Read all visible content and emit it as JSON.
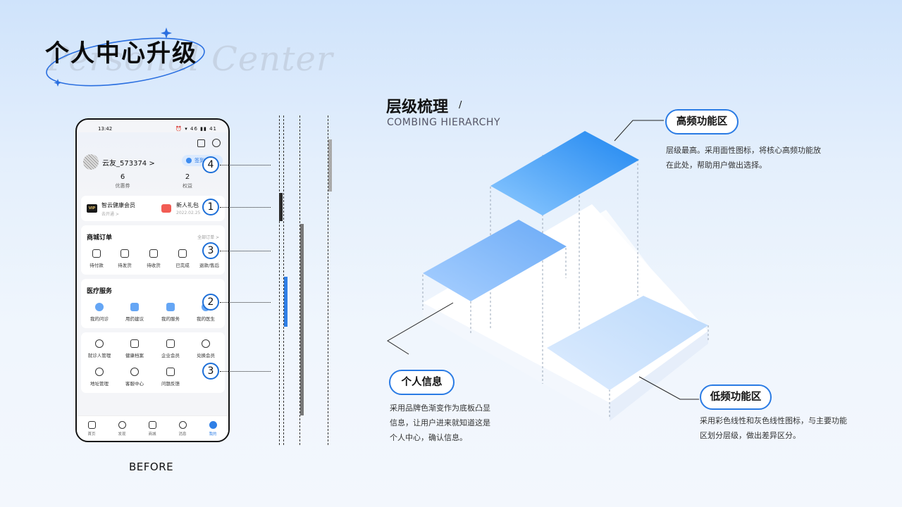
{
  "header": {
    "title": "个人中心升级",
    "bg_title": "Personal Center"
  },
  "phone": {
    "status": {
      "time": "13:42",
      "icons": "⏰ ▾ 46 ▮▮ 41"
    },
    "user": {
      "name": "云友_573374 >",
      "sign_label": "签到领"
    },
    "stats": [
      {
        "value": "6",
        "label": "优惠券"
      },
      {
        "value": "2",
        "label": "权益"
      }
    ],
    "membership": {
      "vip_badge": "VIP",
      "vip_title": "智云健康会员",
      "vip_sub": "去开通 >",
      "gift_title": "新人礼包",
      "gift_sub": "2022.02.25"
    },
    "orders": {
      "title": "商城订单",
      "more": "全部订单 >",
      "items": [
        "待付款",
        "待发货",
        "待收货",
        "已完成",
        "退款/售后"
      ]
    },
    "medical": {
      "title": "医疗服务",
      "items": [
        "我的问诊",
        "用药建议",
        "我的服务",
        "我的医生"
      ]
    },
    "tools": {
      "row1": [
        "就诊人管理",
        "健康档案",
        "企业会员",
        "兑换会员"
      ],
      "row2": [
        "地址管理",
        "客服中心",
        "问题反馈"
      ]
    },
    "tabbar": [
      "首页",
      "发现",
      "商城",
      "消息",
      "我的"
    ],
    "active_tab": "我的"
  },
  "markers": [
    "4",
    "1",
    "3",
    "2",
    "3"
  ],
  "before_label": "BEFORE",
  "hierarchy": {
    "title": "层级梳理",
    "slash": "/",
    "subtitle": "COMBING HIERARCHY",
    "high": {
      "label": "高频功能区",
      "desc": "层级最高。采用面性图标，将核心高频功能放\n在此处，帮助用户做出选择。"
    },
    "personal": {
      "label": "个人信息",
      "desc": "采用品牌色渐变作为底板凸显\n信息，让用户进来就知道这是\n个人中心，确认信息。"
    },
    "low": {
      "label": "低频功能区",
      "desc": "采用彩色线性和灰色线性图标，与主要功能\n区划分层级，做出差异区分。"
    }
  },
  "colors": {
    "brand_blue": "#2a7be4",
    "marker_border": "#1d6fd8",
    "bg_top": "#cfe3fb",
    "bg_bottom": "#f3f7fd"
  }
}
